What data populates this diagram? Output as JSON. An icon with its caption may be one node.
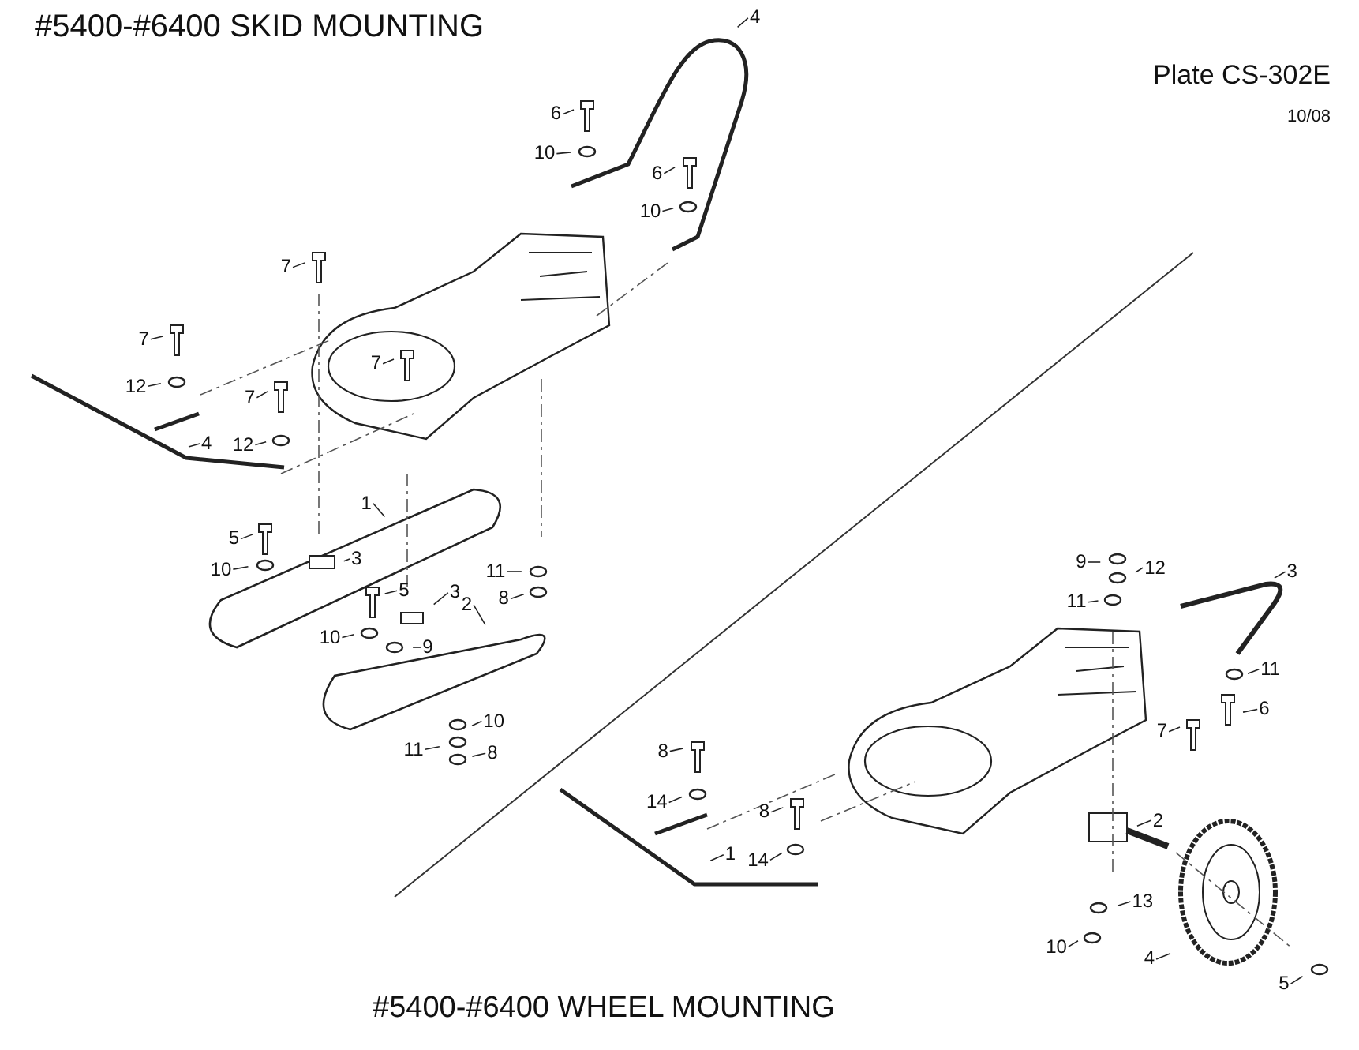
{
  "diagram": {
    "title": "#5400-#6400 SKID MOUNTING",
    "nodes": [
      {
        "text": [
          "4"
        ]
      },
      {
        "text": [
          "6"
        ]
      },
      {
        "text": [
          "10"
        ]
      },
      {
        "text": [
          "6"
        ]
      },
      {
        "text": [
          "10"
        ]
      },
      {
        "text": [
          "7"
        ]
      },
      {
        "text": [
          "7"
        ]
      },
      {
        "text": [
          "12"
        ]
      },
      {
        "text": [
          "7"
        ]
      },
      {
        "text": [
          "7"
        ]
      },
      {
        "text": [
          "12"
        ]
      },
      {
        "text": [
          "4"
        ]
      },
      {
        "text": [
          "5"
        ]
      },
      {
        "text": [
          "10"
        ]
      },
      {
        "text": [
          "1"
        ]
      },
      {
        "text": [
          "3"
        ]
      },
      {
        "text": [
          "11"
        ]
      },
      {
        "text": [
          "8"
        ]
      },
      {
        "text": [
          "5"
        ]
      },
      {
        "text": [
          "10"
        ]
      },
      {
        "text": [
          "3"
        ]
      },
      {
        "text": [
          "9"
        ]
      },
      {
        "text": [
          "2"
        ]
      },
      {
        "text": [
          "10"
        ]
      },
      {
        "text": [
          "11"
        ]
      },
      {
        "text": [
          "8"
        ]
      },
      {
        "text": [
          "9"
        ]
      },
      {
        "text": [
          "12"
        ]
      },
      {
        "text": [
          "11"
        ]
      },
      {
        "text": [
          "3"
        ]
      },
      {
        "text": [
          "11"
        ]
      },
      {
        "text": [
          "6"
        ]
      },
      {
        "text": [
          "7"
        ]
      },
      {
        "text": [
          "8"
        ]
      },
      {
        "text": [
          "14"
        ]
      },
      {
        "text": [
          "8"
        ]
      },
      {
        "text": [
          "14"
        ]
      },
      {
        "text": [
          "1"
        ]
      },
      {
        "text": [
          "2"
        ]
      },
      {
        "text": [
          "13"
        ]
      },
      {
        "text": [
          "10"
        ]
      },
      {
        "text": [
          "4"
        ]
      },
      {
        "text": [
          "5"
        ]
      }
    ],
    "edges": [
      {
        "from": 0,
        "to": null,
        "arrow": "none"
      },
      {
        "from": 1,
        "to": null,
        "arrow": "none"
      },
      {
        "from": 2,
        "to": null,
        "arrow": "none"
      },
      {
        "from": 3,
        "to": null,
        "arrow": "none"
      },
      {
        "from": 4,
        "to": null,
        "arrow": "none"
      },
      {
        "from": 5,
        "to": null,
        "arrow": "none"
      },
      {
        "from": 6,
        "to": null,
        "arrow": "none"
      },
      {
        "from": 7,
        "to": null,
        "arrow": "none"
      },
      {
        "from": 8,
        "to": null,
        "arrow": "none"
      },
      {
        "from": 9,
        "to": null,
        "arrow": "none"
      },
      {
        "from": 10,
        "to": null,
        "arrow": "none"
      },
      {
        "from": 11,
        "to": null,
        "arrow": "none"
      },
      {
        "from": 12,
        "to": null,
        "arrow": "none"
      },
      {
        "from": 13,
        "to": null,
        "arrow": "none"
      },
      {
        "from": 14,
        "to": null,
        "arrow": "none"
      },
      {
        "from": 15,
        "to": null,
        "arrow": "none"
      },
      {
        "from": 16,
        "to": null,
        "arrow": "none"
      },
      {
        "from": 17,
        "to": null,
        "arrow": "none"
      },
      {
        "from": 18,
        "to": null,
        "arrow": "none"
      },
      {
        "from": 19,
        "to": null,
        "arrow": "none"
      },
      {
        "from": 20,
        "to": null,
        "arrow": "none"
      },
      {
        "from": 21,
        "to": null,
        "arrow": "none"
      },
      {
        "from": 22,
        "to": null,
        "arrow": "none"
      },
      {
        "from": 23,
        "to": null,
        "arrow": "none"
      },
      {
        "from": 24,
        "to": null,
        "arrow": "none"
      },
      {
        "from": 25,
        "to": null,
        "arrow": "none"
      },
      {
        "from": 26,
        "to": null,
        "arrow": "none"
      },
      {
        "from": 27,
        "to": null,
        "arrow": "none"
      },
      {
        "from": 28,
        "to": null,
        "arrow": "none"
      },
      {
        "from": 29,
        "to": null,
        "arrow": "none"
      },
      {
        "from": 30,
        "to": null,
        "arrow": "none"
      },
      {
        "from": 31,
        "to": null,
        "arrow": "none"
      },
      {
        "from": 32,
        "to": null,
        "arrow": "none"
      },
      {
        "from": 33,
        "to": null,
        "arrow": "none"
      },
      {
        "from": 34,
        "to": null,
        "arrow": "none"
      },
      {
        "from": 35,
        "to": null,
        "arrow": "none"
      },
      {
        "from": 36,
        "to": null,
        "arrow": "none"
      },
      {
        "from": 37,
        "to": null,
        "arrow": "none"
      },
      {
        "from": 38,
        "to": null,
        "arrow": "none"
      },
      {
        "from": 39,
        "to": null,
        "arrow": "none"
      },
      {
        "from": 40,
        "to": null,
        "arrow": "none"
      },
      {
        "from": 41,
        "to": null,
        "arrow": "none"
      },
      {
        "from": 42,
        "to": null,
        "arrow": "none"
      }
    ],
    "labels": [
      "Plate CS-302E",
      "10/08",
      "#5400-#6400 WHEEL MOUNTING"
    ]
  }
}
